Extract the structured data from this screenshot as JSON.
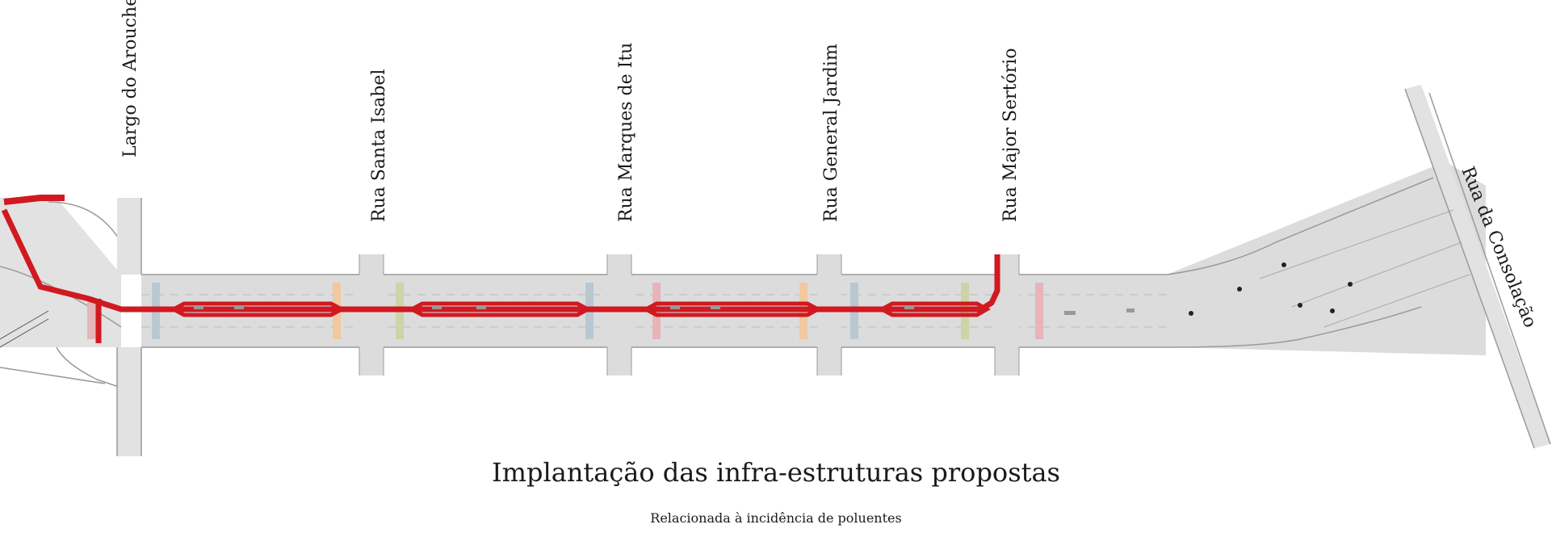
{
  "streets": [
    {
      "id": "largo-arouche",
      "name": "Largo do Arouche"
    },
    {
      "id": "santa-isabel",
      "name": "Rua Santa Isabel"
    },
    {
      "id": "marques-itu",
      "name": "Rua Marques de Itu"
    },
    {
      "id": "general-jardim",
      "name": "Rua General Jardim"
    },
    {
      "id": "major-sertorio",
      "name": "Rua Major Sertório"
    },
    {
      "id": "consolacao",
      "name": "Rua da Consolação"
    }
  ],
  "title": "Implantação das infra-estruturas propostas",
  "subtitle": "Relacionada à incidência de poluentes",
  "colors": {
    "route": "#d01920",
    "road": "#dcdcdc",
    "block_line": "#9a9a9a",
    "lot_line": "#f2a0a0",
    "crossing_blue": "#b9c8d0",
    "crossing_orange": "#f0c9a0",
    "crossing_green": "#ccd4a8",
    "crossing_pink": "#e6b5b8"
  }
}
